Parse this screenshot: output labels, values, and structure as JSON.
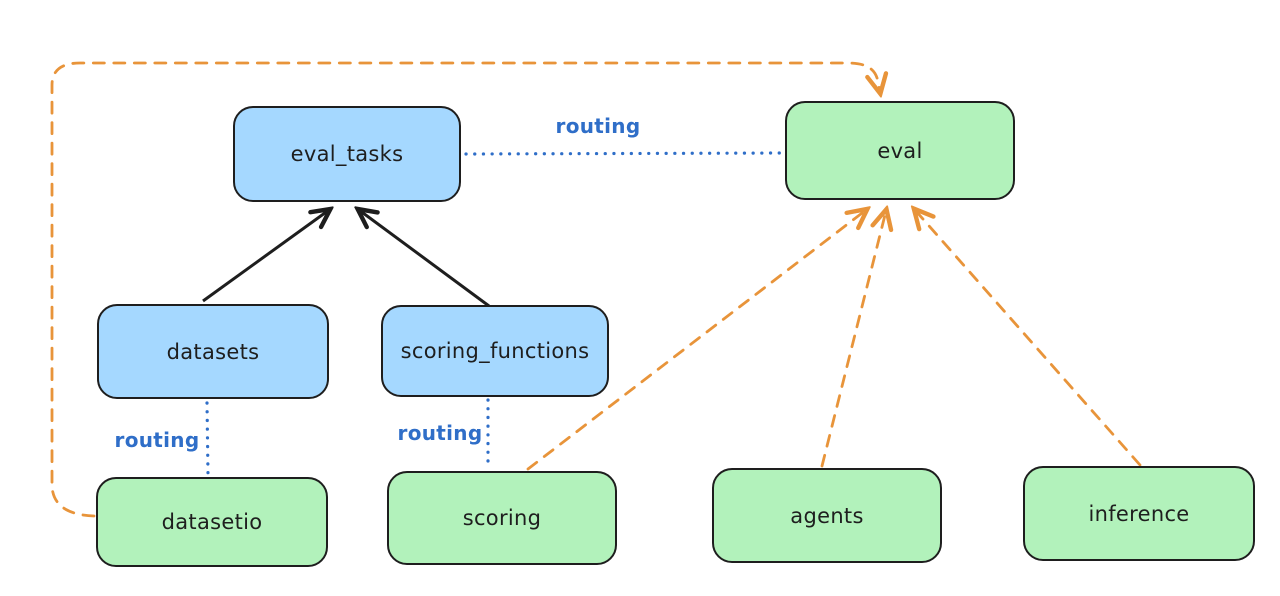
{
  "colors": {
    "stroke": "#1e1e1e",
    "blue_fill": "#a5d8ff",
    "green_fill": "#b2f2bb",
    "orange": "#e8943a",
    "blue_routing": "#2f6ec8",
    "bg": "#ffffff"
  },
  "nodes": {
    "eval_tasks": {
      "label": "eval_tasks",
      "fill": "blue"
    },
    "eval": {
      "label": "eval",
      "fill": "green"
    },
    "datasets": {
      "label": "datasets",
      "fill": "blue"
    },
    "scoring_functions": {
      "label": "scoring_functions",
      "fill": "blue"
    },
    "datasetio": {
      "label": "datasetio",
      "fill": "green"
    },
    "scoring": {
      "label": "scoring",
      "fill": "green"
    },
    "agents": {
      "label": "agents",
      "fill": "green"
    },
    "inference": {
      "label": "inference",
      "fill": "green"
    }
  },
  "edge_labels": {
    "eval_tasks_to_eval": "routing",
    "datasets_to_datasetio": "routing",
    "scoring_functions_to_scoring": "routing"
  },
  "edges": [
    {
      "from": "datasets",
      "to": "eval_tasks",
      "style": "solid",
      "color": "black",
      "arrow": true
    },
    {
      "from": "scoring_functions",
      "to": "eval_tasks",
      "style": "solid",
      "color": "black",
      "arrow": true
    },
    {
      "from": "eval_tasks",
      "to": "eval",
      "style": "dotted",
      "color": "blue",
      "label": "routing",
      "arrow": false
    },
    {
      "from": "datasets",
      "to": "datasetio",
      "style": "dotted",
      "color": "blue",
      "label": "routing",
      "arrow": false
    },
    {
      "from": "scoring_functions",
      "to": "scoring",
      "style": "dotted",
      "color": "blue",
      "label": "routing",
      "arrow": false
    },
    {
      "from": "datasetio",
      "to": "eval",
      "style": "dashed",
      "color": "orange",
      "arrow": true
    },
    {
      "from": "scoring",
      "to": "eval",
      "style": "dashed",
      "color": "orange",
      "arrow": true
    },
    {
      "from": "agents",
      "to": "eval",
      "style": "dashed",
      "color": "orange",
      "arrow": true
    },
    {
      "from": "inference",
      "to": "eval",
      "style": "dashed",
      "color": "orange",
      "arrow": true
    }
  ]
}
